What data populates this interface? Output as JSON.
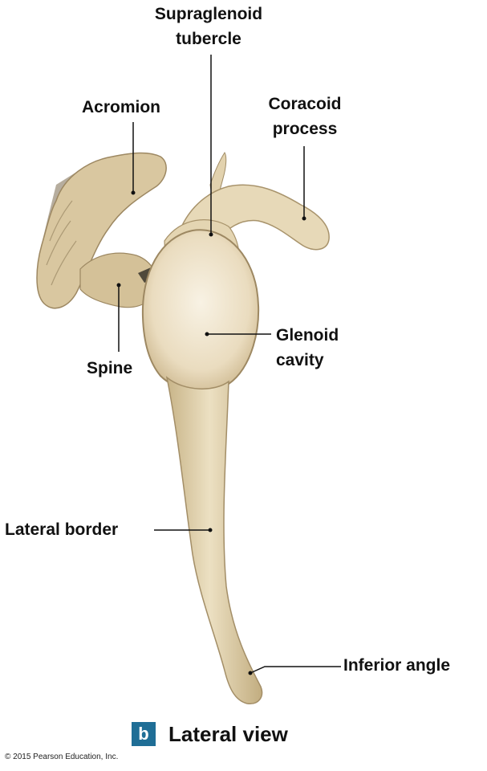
{
  "labels": {
    "supraglenoid_line1": "Supraglenoid",
    "supraglenoid_line2": "tubercle",
    "acromion": "Acromion",
    "coracoid_line1": "Coracoid",
    "coracoid_line2": "process",
    "glenoid_line1": "Glenoid",
    "glenoid_line2": "cavity",
    "spine": "Spine",
    "lateral_border": "Lateral border",
    "inferior_angle": "Inferior angle"
  },
  "caption": {
    "badge": "b",
    "title": "Lateral view"
  },
  "copyright": "© 2015 Pearson Education, Inc.",
  "colors": {
    "bone": "#e6d7b4",
    "bone_shadow": "#b9a57c",
    "bone_highlight": "#f5eedd",
    "badge": "#1f6e96",
    "leader_line": "#111111"
  }
}
